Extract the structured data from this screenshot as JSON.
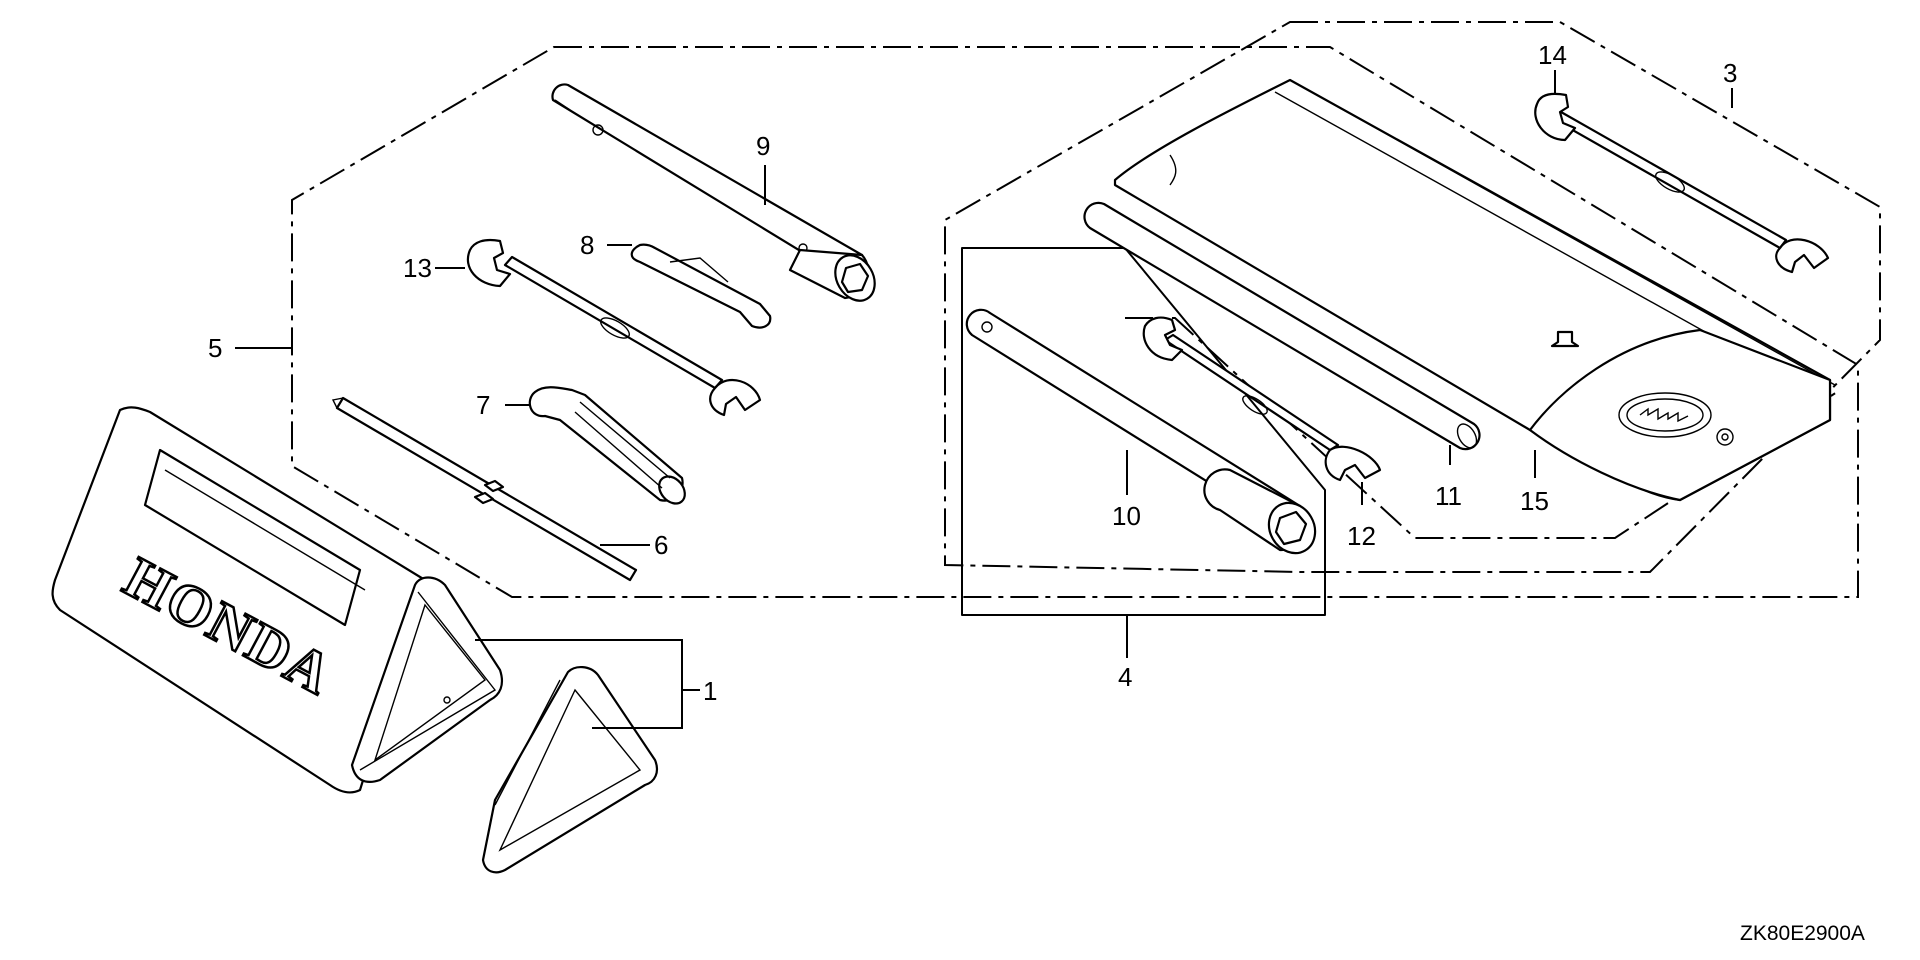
{
  "diagram": {
    "drawing_code": "ZK80E2900A",
    "brand_text": "HONDA",
    "callouts": [
      {
        "id": "c1",
        "label": "1"
      },
      {
        "id": "c3",
        "label": "3"
      },
      {
        "id": "c4",
        "label": "4"
      },
      {
        "id": "c5",
        "label": "5"
      },
      {
        "id": "c6",
        "label": "6"
      },
      {
        "id": "c7",
        "label": "7"
      },
      {
        "id": "c8",
        "label": "8"
      },
      {
        "id": "c9",
        "label": "9"
      },
      {
        "id": "c10",
        "label": "10"
      },
      {
        "id": "c11",
        "label": "11"
      },
      {
        "id": "c12",
        "label": "12"
      },
      {
        "id": "c13",
        "label": "13"
      },
      {
        "id": "c14",
        "label": "14"
      },
      {
        "id": "c15",
        "label": "15"
      }
    ]
  }
}
